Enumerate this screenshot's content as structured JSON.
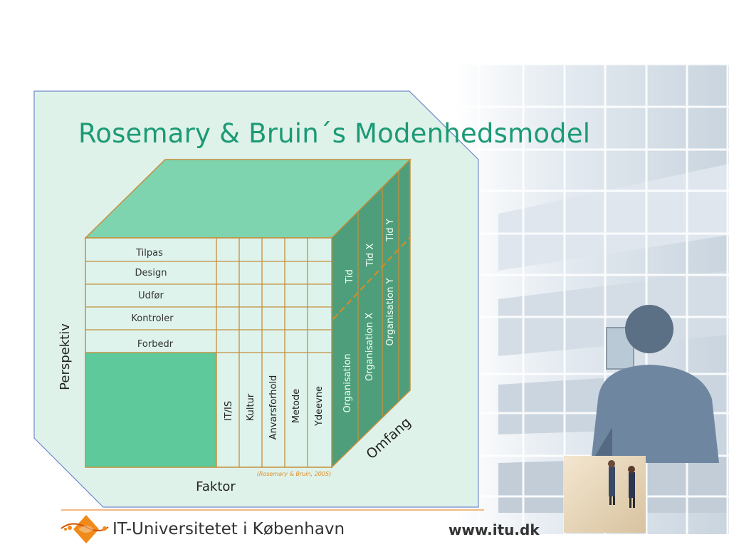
{
  "slide": {
    "title": "Rosemary & Bruin´s Modenhedsmodel",
    "footer_org": "IT-Universitetet i København",
    "footer_url": "www.itu.dk"
  },
  "diagram": {
    "perspective_label": "Perspektiv",
    "factor_label": "Faktor",
    "scope_label": "Omfang",
    "citation": "(Rosemary & Bruin, 2005)",
    "rows": [
      "Tilpas",
      "Design",
      "Udfør",
      "Kontroler",
      "Forbedr"
    ],
    "factors": [
      "IT/IS",
      "Kultur",
      "Anvarsforhold",
      "Metode",
      "Ydeevne"
    ],
    "side_top": [
      "Tid",
      "Tid X",
      "Tid Y"
    ],
    "side_bottom": [
      "Organisation",
      "Organisation X",
      "Organisation Y"
    ]
  },
  "colors": {
    "title": "#1b9a75",
    "panel_bg": "#dff2ea",
    "cell_bg": "#def3ec",
    "cube_top": "#7fd4b0",
    "cube_side": "#4e9e7c",
    "block": "#5ec99b",
    "grid_line": "#c4903c",
    "dash_line": "#e08a1e",
    "logo_orange": "#f08a1a"
  }
}
